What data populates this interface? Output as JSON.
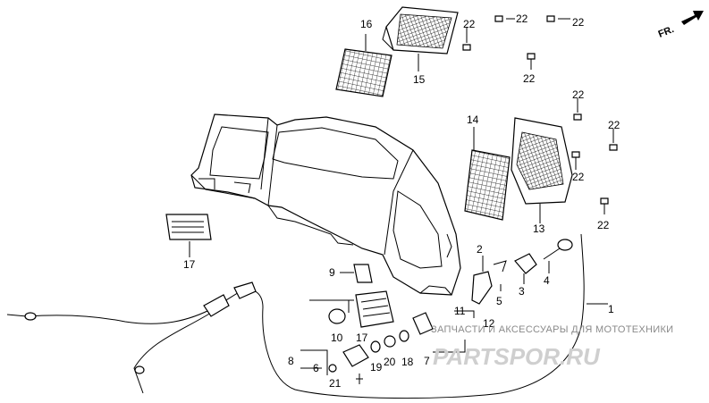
{
  "direction_label": "FR.",
  "watermark": {
    "tagline": "ЗАПЧАСТИ И АКСЕССУАРЫ ДЛЯ МОТОТЕХНИКИ",
    "logo": "PARTSPOR.RU"
  },
  "callouts": {
    "p1": "1",
    "p2": "2",
    "p3": "3",
    "p4": "4",
    "p5": "5",
    "p6": "6",
    "p7": "7",
    "p8": "8",
    "p9": "9",
    "p10": "10",
    "p11": "11",
    "p12": "12",
    "p13": "13",
    "p14": "14",
    "p15": "15",
    "p16": "16",
    "p17a": "17",
    "p17b": "17",
    "p18": "18",
    "p19": "19",
    "p20": "20",
    "p21": "21",
    "p22a": "22",
    "p22b": "22",
    "p22c": "22",
    "p22d": "22",
    "p22e": "22",
    "p22f": "22",
    "p22g": "22",
    "p22h": "22"
  }
}
